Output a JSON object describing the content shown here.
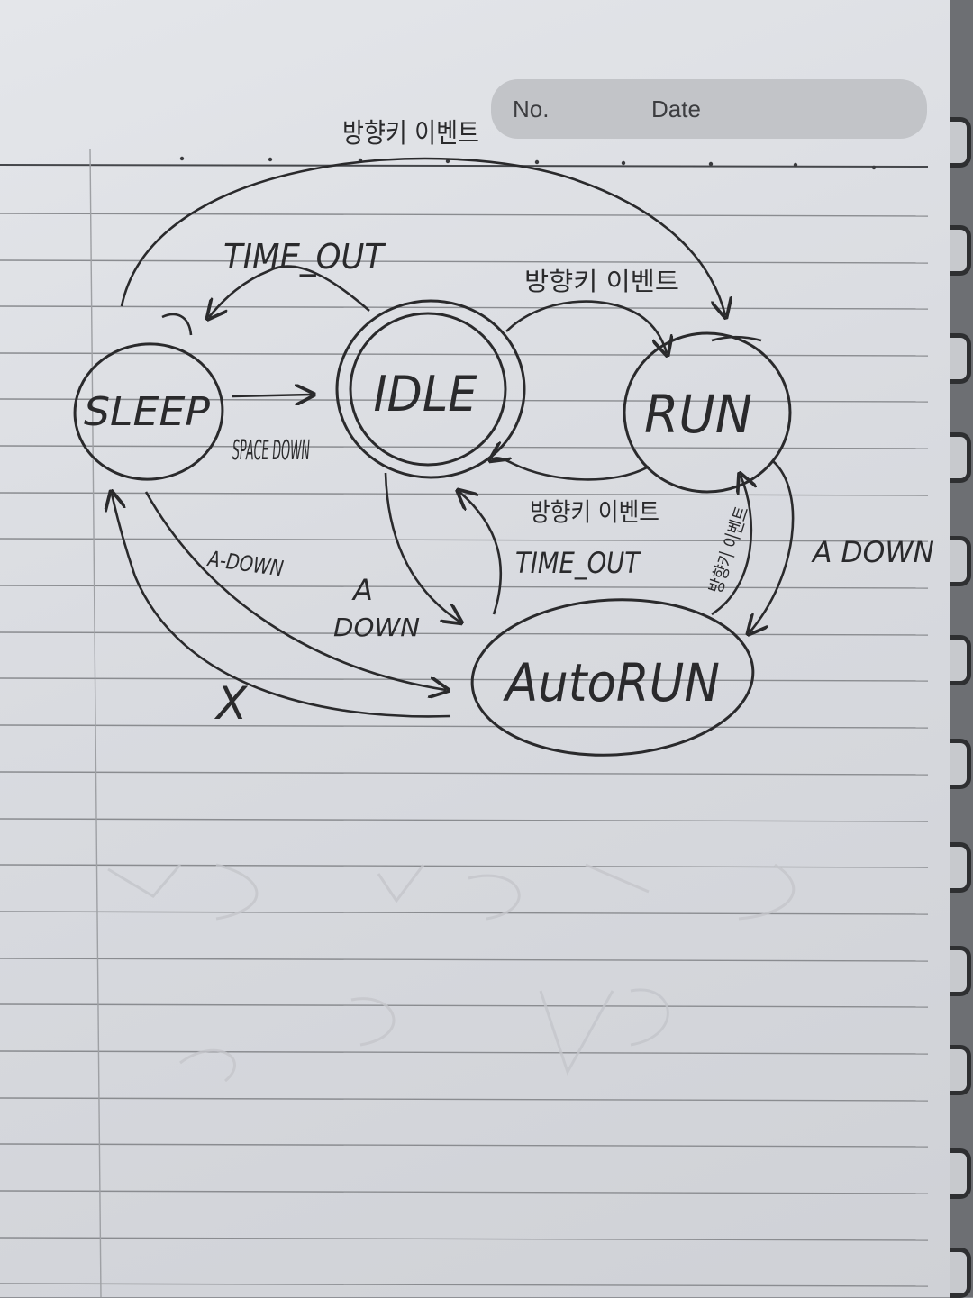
{
  "header": {
    "no_label": "No.",
    "date_label": "Date"
  },
  "states": {
    "sleep": "SLEEP",
    "idle": "IDLE",
    "run": "RUN",
    "autorun": "AutoRUN"
  },
  "transitions": {
    "arrow_key_top": "방향키 이벤트",
    "timeout_top": "TIME_OUT",
    "arrow_key_idle_run": "방향키 이벤트",
    "space_down": "SPACE DOWN",
    "arrow_key_run_idle": "방향키 이벤트",
    "a_down_sleep": "A-DOWN",
    "a_down_idle_line1": "A",
    "a_down_idle_line2": "DOWN",
    "timeout_auto": "TIME_OUT",
    "arrow_key_auto_run": "방향키 이벤트",
    "a_down_run": "A DOWN",
    "blocked_mark": "X"
  },
  "colors": {
    "ink": "#2a2a2c",
    "paper": "#dcdee2",
    "rule": "#45474b"
  }
}
